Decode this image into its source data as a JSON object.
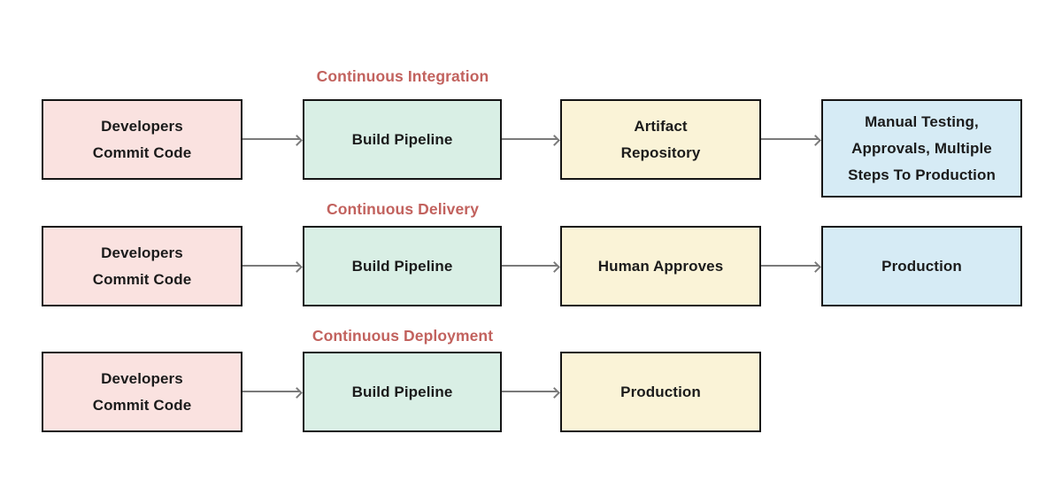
{
  "diagram": {
    "colors": {
      "pink": "#fae2e0",
      "green": "#d9efe5",
      "yellow": "#faf3d7",
      "blue": "#d6ebf5",
      "title_red": "#c2625e",
      "arrow_gray": "#7a7a7a",
      "box_border": "#151515",
      "box_text": "#1b1b1b",
      "background": "#ffffff"
    },
    "rows": [
      {
        "title": "Continuous Integration",
        "boxes": [
          {
            "label": "Developers\nCommit Code"
          },
          {
            "label": "Build Pipeline"
          },
          {
            "label": "Artifact\nRepository"
          },
          {
            "label": "Manual Testing,\nApprovals, Multiple\nSteps To Production"
          }
        ]
      },
      {
        "title": "Continuous Delivery",
        "boxes": [
          {
            "label": "Developers\nCommit Code"
          },
          {
            "label": "Build Pipeline"
          },
          {
            "label": "Human Approves"
          },
          {
            "label": "Production"
          }
        ]
      },
      {
        "title": "Continuous Deployment",
        "boxes": [
          {
            "label": "Developers\nCommit Code"
          },
          {
            "label": "Build Pipeline"
          },
          {
            "label": "Production"
          }
        ]
      }
    ]
  }
}
